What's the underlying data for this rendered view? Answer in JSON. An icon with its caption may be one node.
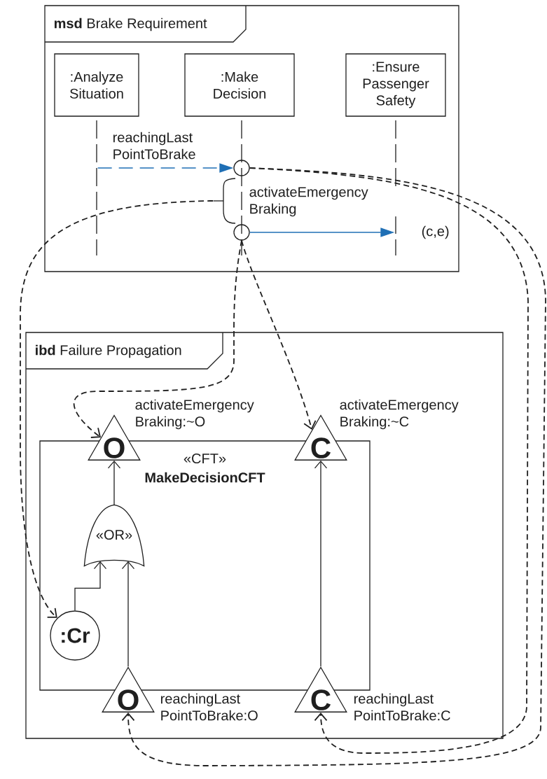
{
  "diagram": {
    "nodes": [
      {
        "text": [
          "**msd** Brake Requirement"
        ]
      },
      {
        "text": [
          ":Analyze Situation"
        ],
        "in": 0
      },
      {
        "text": [
          ":Make Decision"
        ],
        "in": 0
      },
      {
        "text": [
          ":Ensure Passenger Safety"
        ],
        "in": 0
      },
      {
        "text": [],
        "shape": "line",
        "in": 0
      },
      {
        "text": [],
        "shape": "line",
        "in": 0
      },
      {
        "text": [],
        "shape": "line",
        "in": 0
      },
      {
        "text": [],
        "shape": "circle",
        "in": 0
      },
      {
        "text": [],
        "shape": "bracket",
        "in": 0
      },
      {
        "text": [],
        "shape": "circle",
        "in": 0
      },
      {
        "text": [
          "**ibd** Failure Propagation"
        ]
      },
      {
        "text": [
          "«CFT»",
          "MakeDecisionCFT"
        ],
        "in": 10
      },
      {
        "text": [
          "O"
        ],
        "beside": [
          "activateEmergency Braking:~O"
        ],
        "in": 10
      },
      {
        "text": [
          "C"
        ],
        "beside": [
          "activateEmergency Braking:~C"
        ],
        "in": 10
      },
      {
        "text": [
          "«OR»"
        ],
        "in": 11
      },
      {
        "text": [
          ":Cr"
        ],
        "in": 11
      },
      {
        "text": [
          "O"
        ],
        "beside": [
          "reachingLast PointToBrake:O"
        ],
        "in": 10
      },
      {
        "text": [
          "C"
        ],
        "beside": [
          "reachingLast PointToBrake:C"
        ],
        "in": 10
      }
    ],
    "edges": [
      {
        "from": 4,
        "to": 7,
        "arrow": "to",
        "label": "reachingLast PointToBrake",
        "style": "dashed",
        "color": "#1f6fb5"
      },
      {
        "from": 9,
        "to": 6,
        "arrow": "to",
        "label": "activateEmergency Braking",
        "color": "#1f6fb5"
      },
      {
        "from": 7,
        "to": 16,
        "arrow": "to",
        "style": "dashed"
      },
      {
        "from": 7,
        "to": 17,
        "arrow": "to",
        "style": "dashed"
      },
      {
        "from": 8,
        "to": 15,
        "arrow": "to",
        "style": "dashed"
      },
      {
        "from": 9,
        "to": 12,
        "arrow": "to",
        "style": "dashed"
      },
      {
        "from": 9,
        "to": 13,
        "arrow": "to",
        "style": "dashed"
      },
      {
        "from": 14,
        "to": 12,
        "arrow": "to"
      },
      {
        "from": 15,
        "to": 14,
        "arrow": "to"
      },
      {
        "from": 16,
        "to": 14,
        "arrow": "to"
      },
      {
        "from": 17,
        "to": 13,
        "arrow": "to"
      }
    ],
    "labels": [
      "(c,e)"
    ]
  }
}
